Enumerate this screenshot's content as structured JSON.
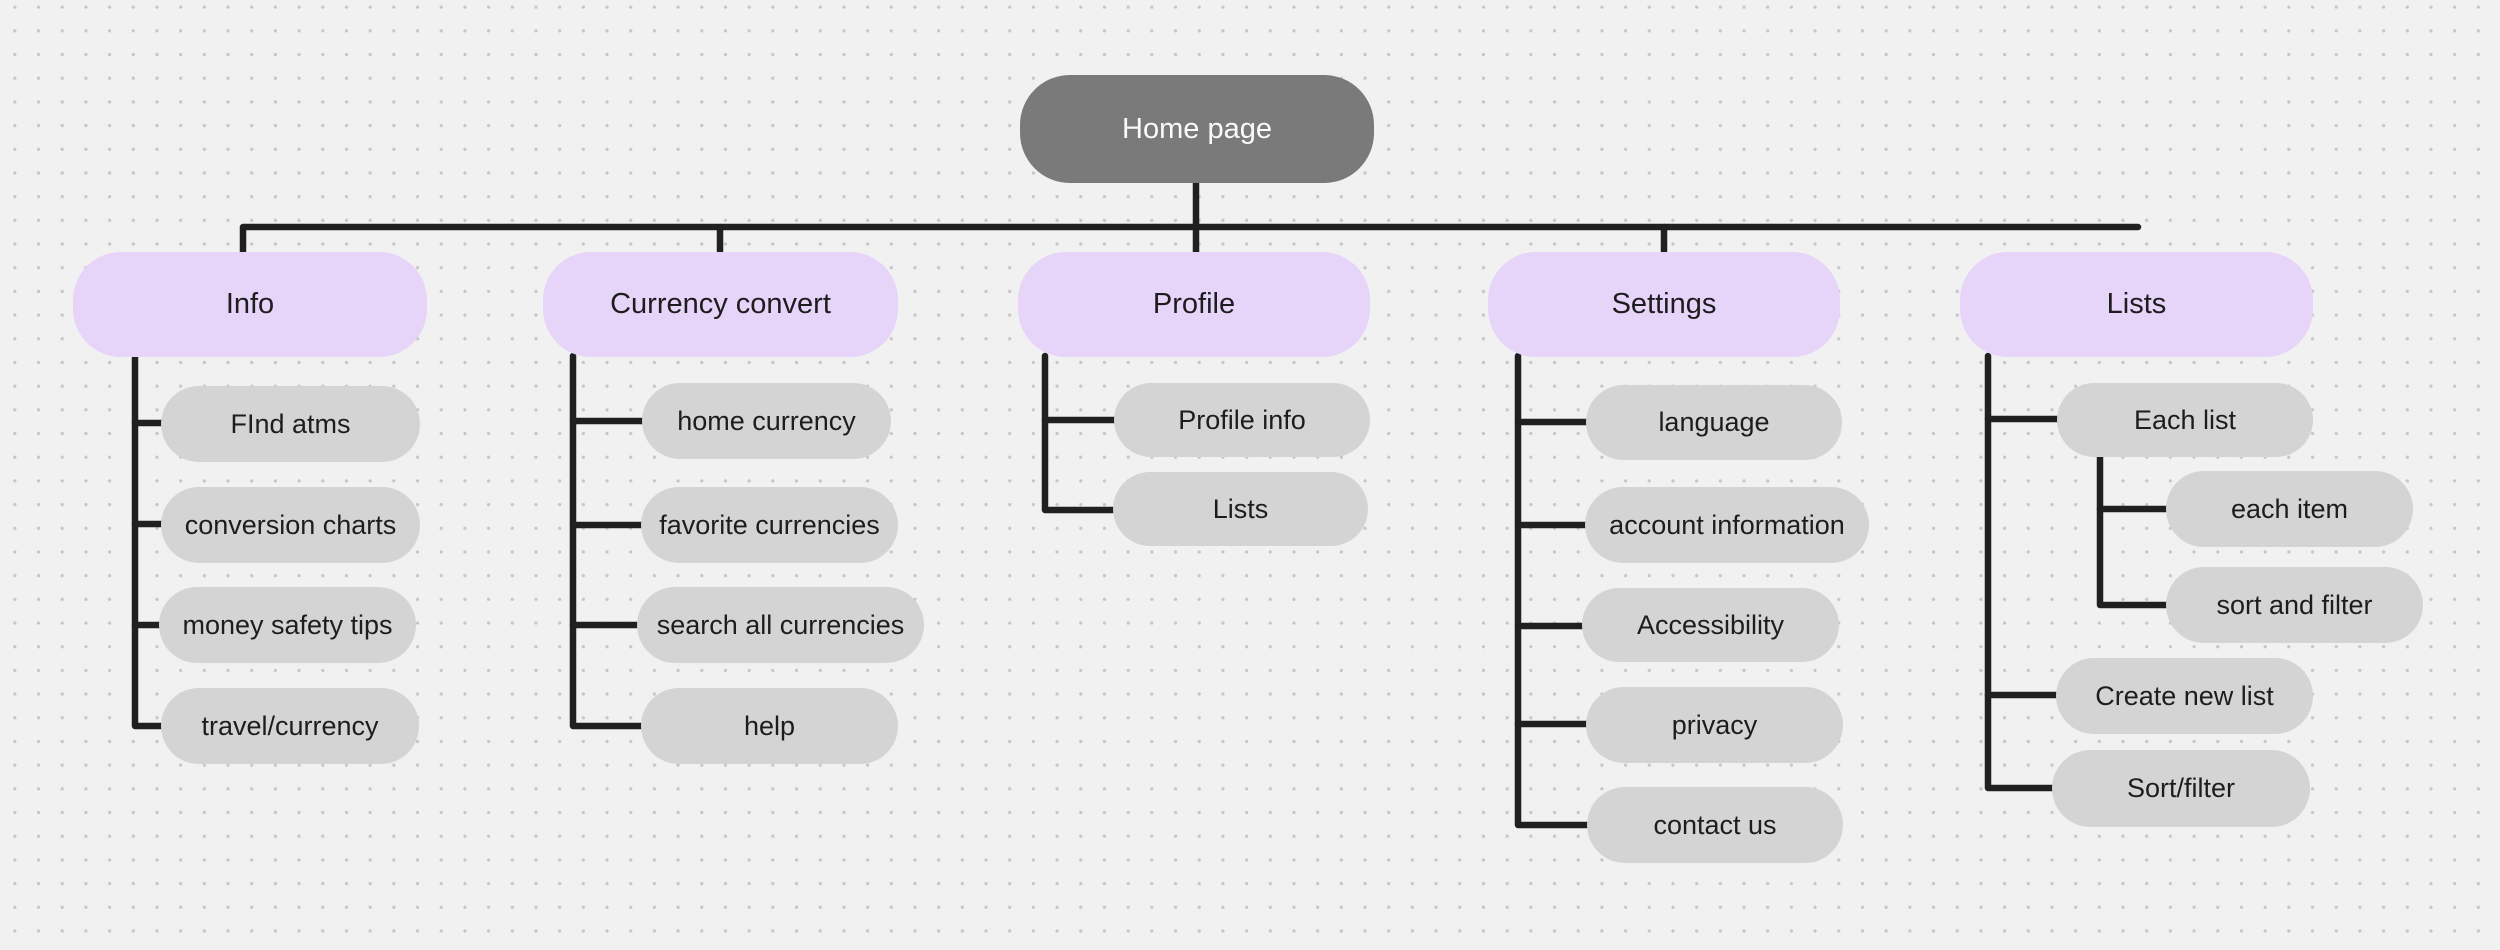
{
  "canvas": {
    "background_color": "#f1f1f2",
    "dot_color": "#c6c6c8",
    "line_color": "#202020"
  },
  "tree": {
    "root": {
      "label": "Home page",
      "fill": "#7a7a7a",
      "text_color": "#fafafa"
    },
    "branch_fill": "#e7d4f9",
    "child_fill": "#d4d4d4",
    "branches": [
      {
        "label": "Info",
        "children": [
          {
            "label": "FInd atms"
          },
          {
            "label": "conversion charts"
          },
          {
            "label": "money safety tips"
          },
          {
            "label": "travel/currency"
          }
        ]
      },
      {
        "label": "Currency convert",
        "children": [
          {
            "label": "home currency"
          },
          {
            "label": "favorite currencies"
          },
          {
            "label": "search all currencies"
          },
          {
            "label": "help"
          }
        ]
      },
      {
        "label": "Profile",
        "children": [
          {
            "label": "Profile info"
          },
          {
            "label": "Lists"
          }
        ]
      },
      {
        "label": "Settings",
        "children": [
          {
            "label": "language"
          },
          {
            "label": "account information"
          },
          {
            "label": "Accessibility"
          },
          {
            "label": "privacy"
          },
          {
            "label": "contact us"
          }
        ]
      },
      {
        "label": "Lists",
        "children": [
          {
            "label": "Each list",
            "children": [
              {
                "label": "each item"
              },
              {
                "label": "sort and filter"
              }
            ]
          },
          {
            "label": "Create new list"
          },
          {
            "label": "Sort/filter"
          }
        ]
      }
    ]
  }
}
